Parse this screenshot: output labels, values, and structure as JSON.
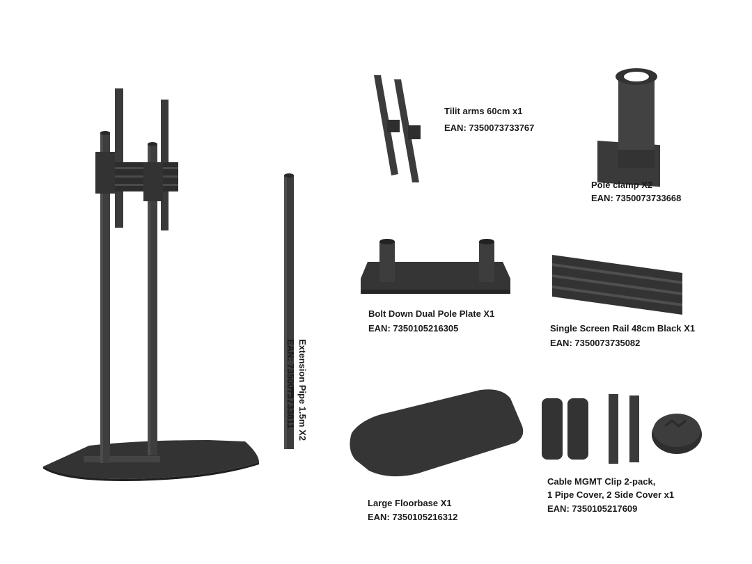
{
  "colors": {
    "metal": "#3b3b3b",
    "metal_light": "#545454",
    "metal_dark": "#262626",
    "background": "#ffffff"
  },
  "parts": {
    "tilt_arms": {
      "name": "Tilit arms 60cm x1",
      "ean": "EAN: 7350073733767"
    },
    "pole_clamp": {
      "name": "Pole clamp X2",
      "ean": "EAN: 7350073733668"
    },
    "pole_plate": {
      "name": "Bolt Down Dual Pole Plate X1",
      "ean": "EAN: 7350105216305"
    },
    "screen_rail": {
      "name": "Single Screen Rail 48cm Black X1",
      "ean": "EAN: 7350073735082"
    },
    "extension_pipe": {
      "name": "Extension Pipe 1.5m  X2",
      "ean": "EAN: 7350073733811"
    },
    "floorbase": {
      "name": "Large Floorbase X1",
      "ean": "EAN: 7350105216312"
    },
    "cable_clip": {
      "name_line1": "Cable MGMT Clip 2-pack,",
      "name_line2": "1 Pipe Cover, 2 Side Cover x1",
      "ean": "EAN: 7350105217609"
    }
  }
}
